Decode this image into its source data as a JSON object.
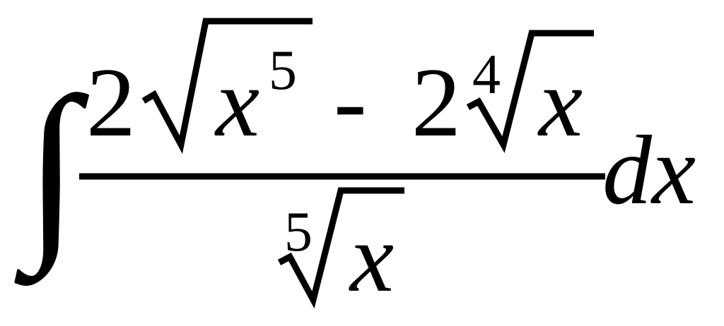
{
  "formula": {
    "integral_sign": "∫",
    "numerator": {
      "term1_coef": "2",
      "term1_var": "x",
      "term1_exp": "5",
      "operator": "-",
      "term2_coef": "2",
      "term2_index": "4",
      "term2_var": "x"
    },
    "denominator": {
      "index": "5",
      "var": "x"
    },
    "differential_d": "d",
    "differential_var": "x"
  }
}
